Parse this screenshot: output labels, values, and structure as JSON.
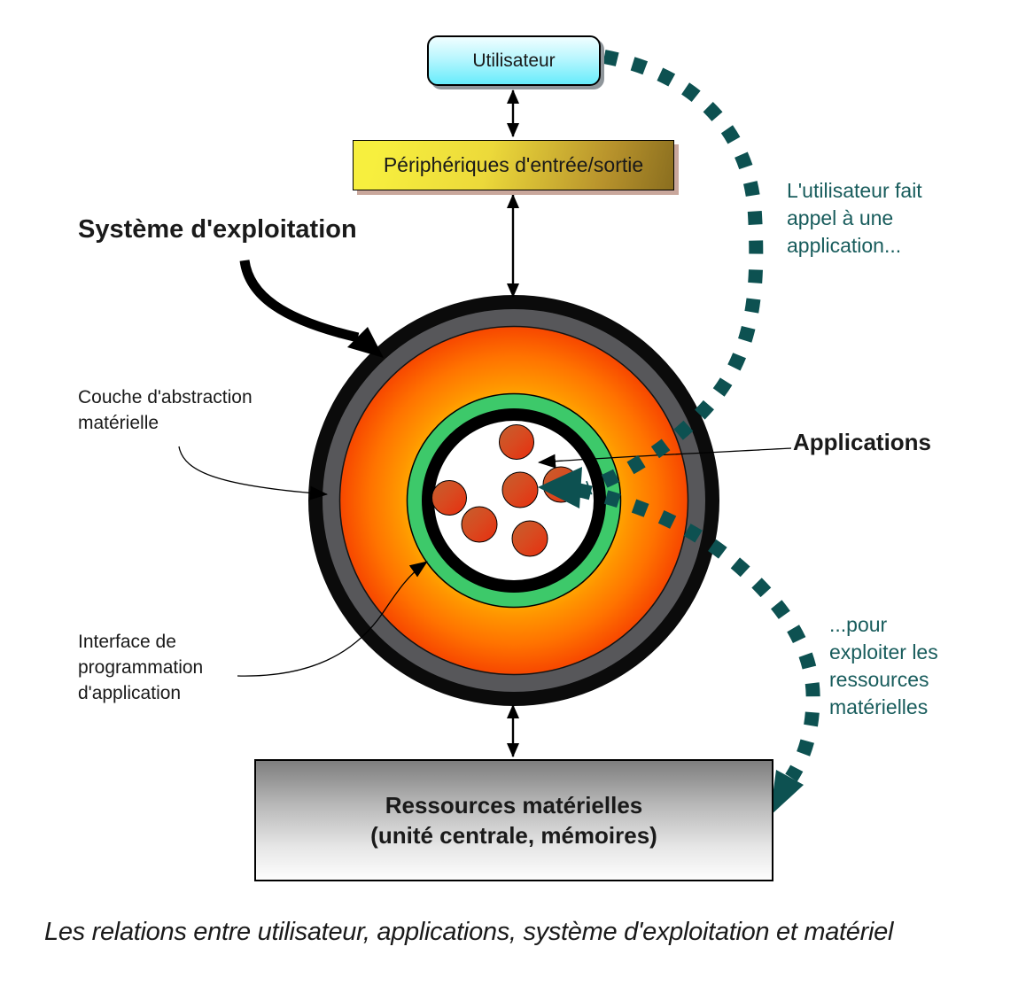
{
  "boxes": {
    "user": {
      "label": "Utilisateur"
    },
    "io": {
      "label": "Périphériques d'entrée/sortie"
    },
    "resources": {
      "line1": "Ressources matérielles",
      "line2": "(unité centrale, mémoires)"
    }
  },
  "labels": {
    "os_title": "Système d'exploitation",
    "hal": {
      "line1": "Couche d'abstraction",
      "line2": "matérielle"
    },
    "api": {
      "line1": "Interface de",
      "line2": "programmation",
      "line3": "d'application"
    },
    "applications": "Applications"
  },
  "notes": {
    "call_app": {
      "line1": "L'utilisateur fait",
      "line2": "appel à une",
      "line3": "application..."
    },
    "use_resources": {
      "line1": "...pour",
      "line2": "exploiter les",
      "line3": "ressources",
      "line4": "matérielles"
    }
  },
  "caption": "Les relations entre utilisateur, applications, système d'exploitation et matériel",
  "colors": {
    "teal_arrow": "#0d5151",
    "teal_text": "#185c5c",
    "cyan_box_top": "#f0feff",
    "cyan_box_bottom": "#67ecfb",
    "gold_box_light": "#f7ef3e",
    "gold_box_dark": "#8a6e1f",
    "orange_ring_outer": "#ee3000",
    "orange_ring_inner": "#ffaa00",
    "green_ring": "#3dc96a",
    "gray_ring": "#57575a",
    "app_dot": "#d84a20",
    "resources_gray": "#7e7e7e"
  }
}
